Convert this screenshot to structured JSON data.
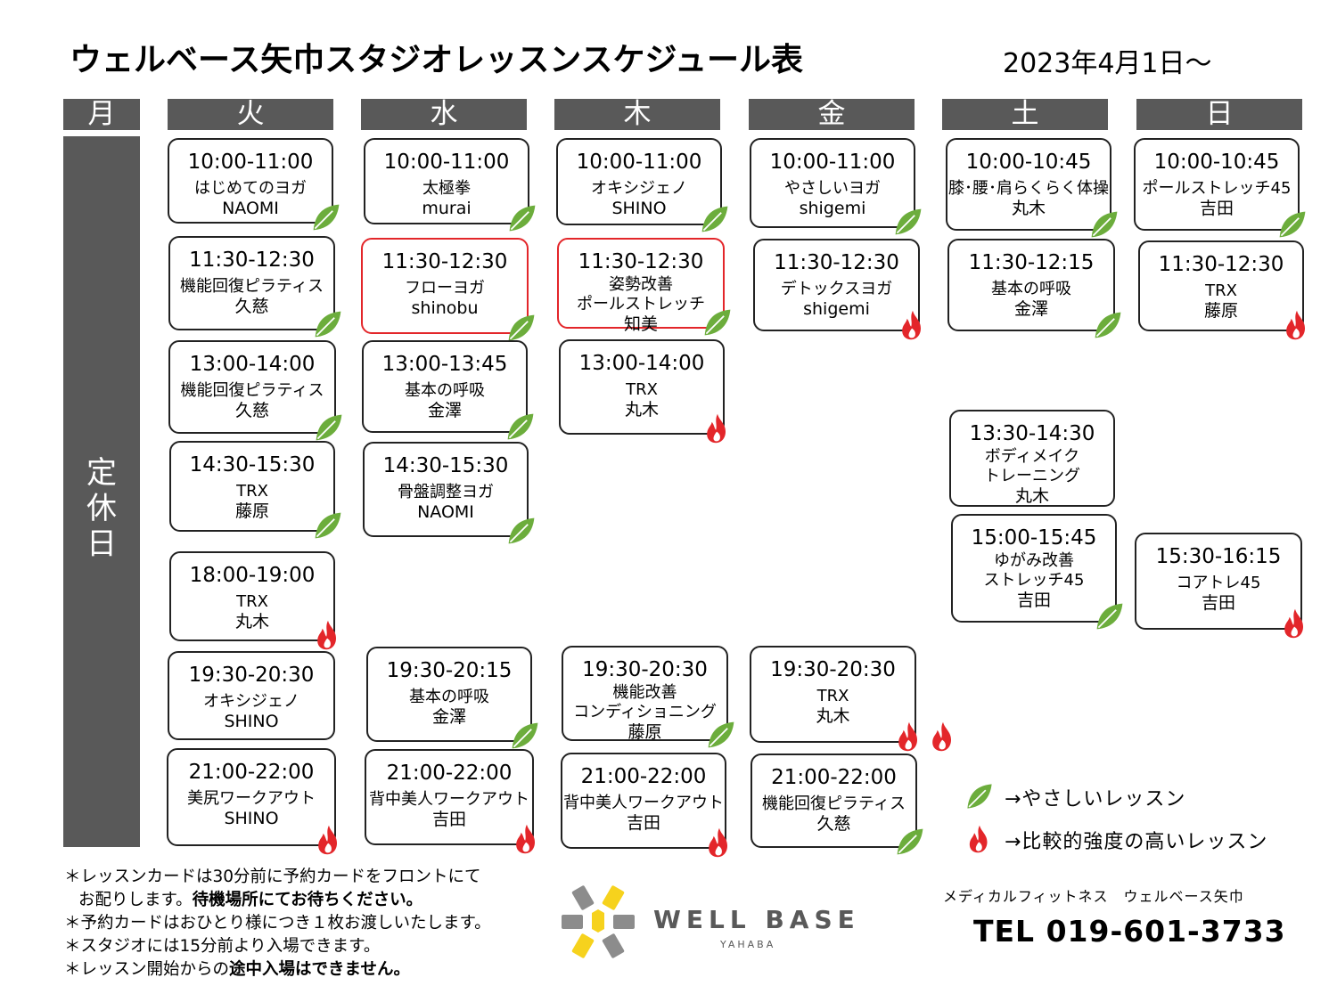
{
  "title": "ウェルベース矢巾スタジオレッスンスケジュール表",
  "date": "2023年4月1日～",
  "days": [
    "月",
    "火",
    "水",
    "木",
    "金",
    "土",
    "日"
  ],
  "closed_label": "定休日",
  "colors": {
    "header_bg": "#595959",
    "leaf_green": "#6cad3c",
    "flame_red": "#e3262a",
    "highlight_border": "#e3262a"
  },
  "lessons": [
    {
      "id": "tue-1",
      "day": "火",
      "time": "10:00-11:00",
      "name": "はじめてのヨガ",
      "instructor": "NAOMI",
      "intensity": "gentle"
    },
    {
      "id": "tue-2",
      "day": "火",
      "time": "11:30-12:30",
      "name": "機能回復ピラティス",
      "instructor": "久慈",
      "intensity": "gentle"
    },
    {
      "id": "tue-3",
      "day": "火",
      "time": "13:00-14:00",
      "name": "機能回復ピラティス",
      "instructor": "久慈",
      "intensity": "gentle"
    },
    {
      "id": "tue-4",
      "day": "火",
      "time": "14:30-15:30",
      "name": "TRX",
      "instructor": "藤原",
      "intensity": "gentle"
    },
    {
      "id": "tue-5",
      "day": "火",
      "time": "18:00-19:00",
      "name": "TRX",
      "instructor": "丸木",
      "intensity": "high"
    },
    {
      "id": "tue-6",
      "day": "火",
      "time": "19:30-20:30",
      "name": "オキシジェノ",
      "instructor": "SHINO",
      "intensity": "none"
    },
    {
      "id": "tue-7",
      "day": "火",
      "time": "21:00-22:00",
      "name": "美尻ワークアウト",
      "instructor": "SHINO",
      "intensity": "high"
    },
    {
      "id": "wed-1",
      "day": "水",
      "time": "10:00-11:00",
      "name": "太極拳",
      "instructor": "murai",
      "intensity": "gentle"
    },
    {
      "id": "wed-2",
      "day": "水",
      "time": "11:30-12:30",
      "name": "フローヨガ",
      "instructor": "shinobu",
      "intensity": "gentle",
      "highlight": true
    },
    {
      "id": "wed-3",
      "day": "水",
      "time": "13:00-13:45",
      "name": "基本の呼吸",
      "instructor": "金澤",
      "intensity": "gentle"
    },
    {
      "id": "wed-4",
      "day": "水",
      "time": "14:30-15:30",
      "name": "骨盤調整ヨガ",
      "instructor": "NAOMI",
      "intensity": "gentle"
    },
    {
      "id": "wed-5",
      "day": "水",
      "time": "19:30-20:15",
      "name": "基本の呼吸",
      "instructor": "金澤",
      "intensity": "gentle"
    },
    {
      "id": "wed-6",
      "day": "水",
      "time": "21:00-22:00",
      "name": "背中美人ワークアウト",
      "instructor": "吉田",
      "intensity": "high"
    },
    {
      "id": "thu-1",
      "day": "木",
      "time": "10:00-11:00",
      "name": "オキシジェノ",
      "instructor": "SHINO",
      "intensity": "gentle"
    },
    {
      "id": "thu-2",
      "day": "木",
      "time": "11:30-12:30",
      "name": "姿勢改善\nポールストレッチ",
      "instructor": "知美",
      "intensity": "gentle",
      "highlight": true
    },
    {
      "id": "thu-3",
      "day": "木",
      "time": "13:00-14:00",
      "name": "TRX",
      "instructor": "丸木",
      "intensity": "high"
    },
    {
      "id": "thu-4",
      "day": "木",
      "time": "19:30-20:30",
      "name": "機能改善\nコンディショニング",
      "instructor": "藤原",
      "intensity": "gentle"
    },
    {
      "id": "thu-5",
      "day": "木",
      "time": "21:00-22:00",
      "name": "背中美人ワークアウト",
      "instructor": "吉田",
      "intensity": "high"
    },
    {
      "id": "fri-1",
      "day": "金",
      "time": "10:00-11:00",
      "name": "やさしいヨガ",
      "instructor": "shigemi",
      "intensity": "gentle"
    },
    {
      "id": "fri-2",
      "day": "金",
      "time": "11:30-12:30",
      "name": "デトックスヨガ",
      "instructor": "shigemi",
      "intensity": "high"
    },
    {
      "id": "fri-3",
      "day": "金",
      "time": "19:30-20:30",
      "name": "TRX",
      "instructor": "丸木",
      "intensity": "very-high"
    },
    {
      "id": "fri-4",
      "day": "金",
      "time": "21:00-22:00",
      "name": "機能回復ピラティス",
      "instructor": "久慈",
      "intensity": "gentle"
    },
    {
      "id": "sat-1",
      "day": "土",
      "time": "10:00-10:45",
      "name": "膝･腰･肩らくらく体操",
      "instructor": "丸木",
      "intensity": "gentle"
    },
    {
      "id": "sat-2",
      "day": "土",
      "time": "11:30-12:15",
      "name": "基本の呼吸",
      "instructor": "金澤",
      "intensity": "gentle"
    },
    {
      "id": "sat-3",
      "day": "土",
      "time": "13:30-14:30",
      "name": "ボディメイク\nトレーニング",
      "instructor": "丸木",
      "intensity": "none"
    },
    {
      "id": "sat-4",
      "day": "土",
      "time": "15:00-15:45",
      "name": "ゆがみ改善\nストレッチ45",
      "instructor": "吉田",
      "intensity": "gentle"
    },
    {
      "id": "sun-1",
      "day": "日",
      "time": "10:00-10:45",
      "name": "ポールストレッチ45",
      "instructor": "吉田",
      "intensity": "gentle"
    },
    {
      "id": "sun-2",
      "day": "日",
      "time": "11:30-12:30",
      "name": "TRX",
      "instructor": "藤原",
      "intensity": "high"
    },
    {
      "id": "sun-3",
      "day": "日",
      "time": "15:30-16:15",
      "name": "コアトレ45",
      "instructor": "吉田",
      "intensity": "high"
    }
  ],
  "legend": {
    "gentle": "→やさしいレッスン",
    "high": "→比較的強度の高いレッスン",
    "gentle_icon": "leaf-icon",
    "high_icon": "flame-icon"
  },
  "notes": {
    "line1a": "＊レッスンカードは30分前に予約カードをフロントにて",
    "line1b_plain": "お配りします。",
    "line1b_bold": "待機場所にてお待ちください。",
    "line2": "＊予約カードはおひとり様につき１枚お渡しいたします。",
    "line3": "＊スタジオには15分前より入場できます。",
    "line4_plain": "＊レッスン開始からの",
    "line4_bold": "途中入場はできません。"
  },
  "logo": {
    "brand": "WELL BASE",
    "sub": "YAHABA"
  },
  "footer": {
    "company": "メディカルフィットネス　ウェルベース矢巾",
    "tel": "TEL 019-601-3733"
  }
}
